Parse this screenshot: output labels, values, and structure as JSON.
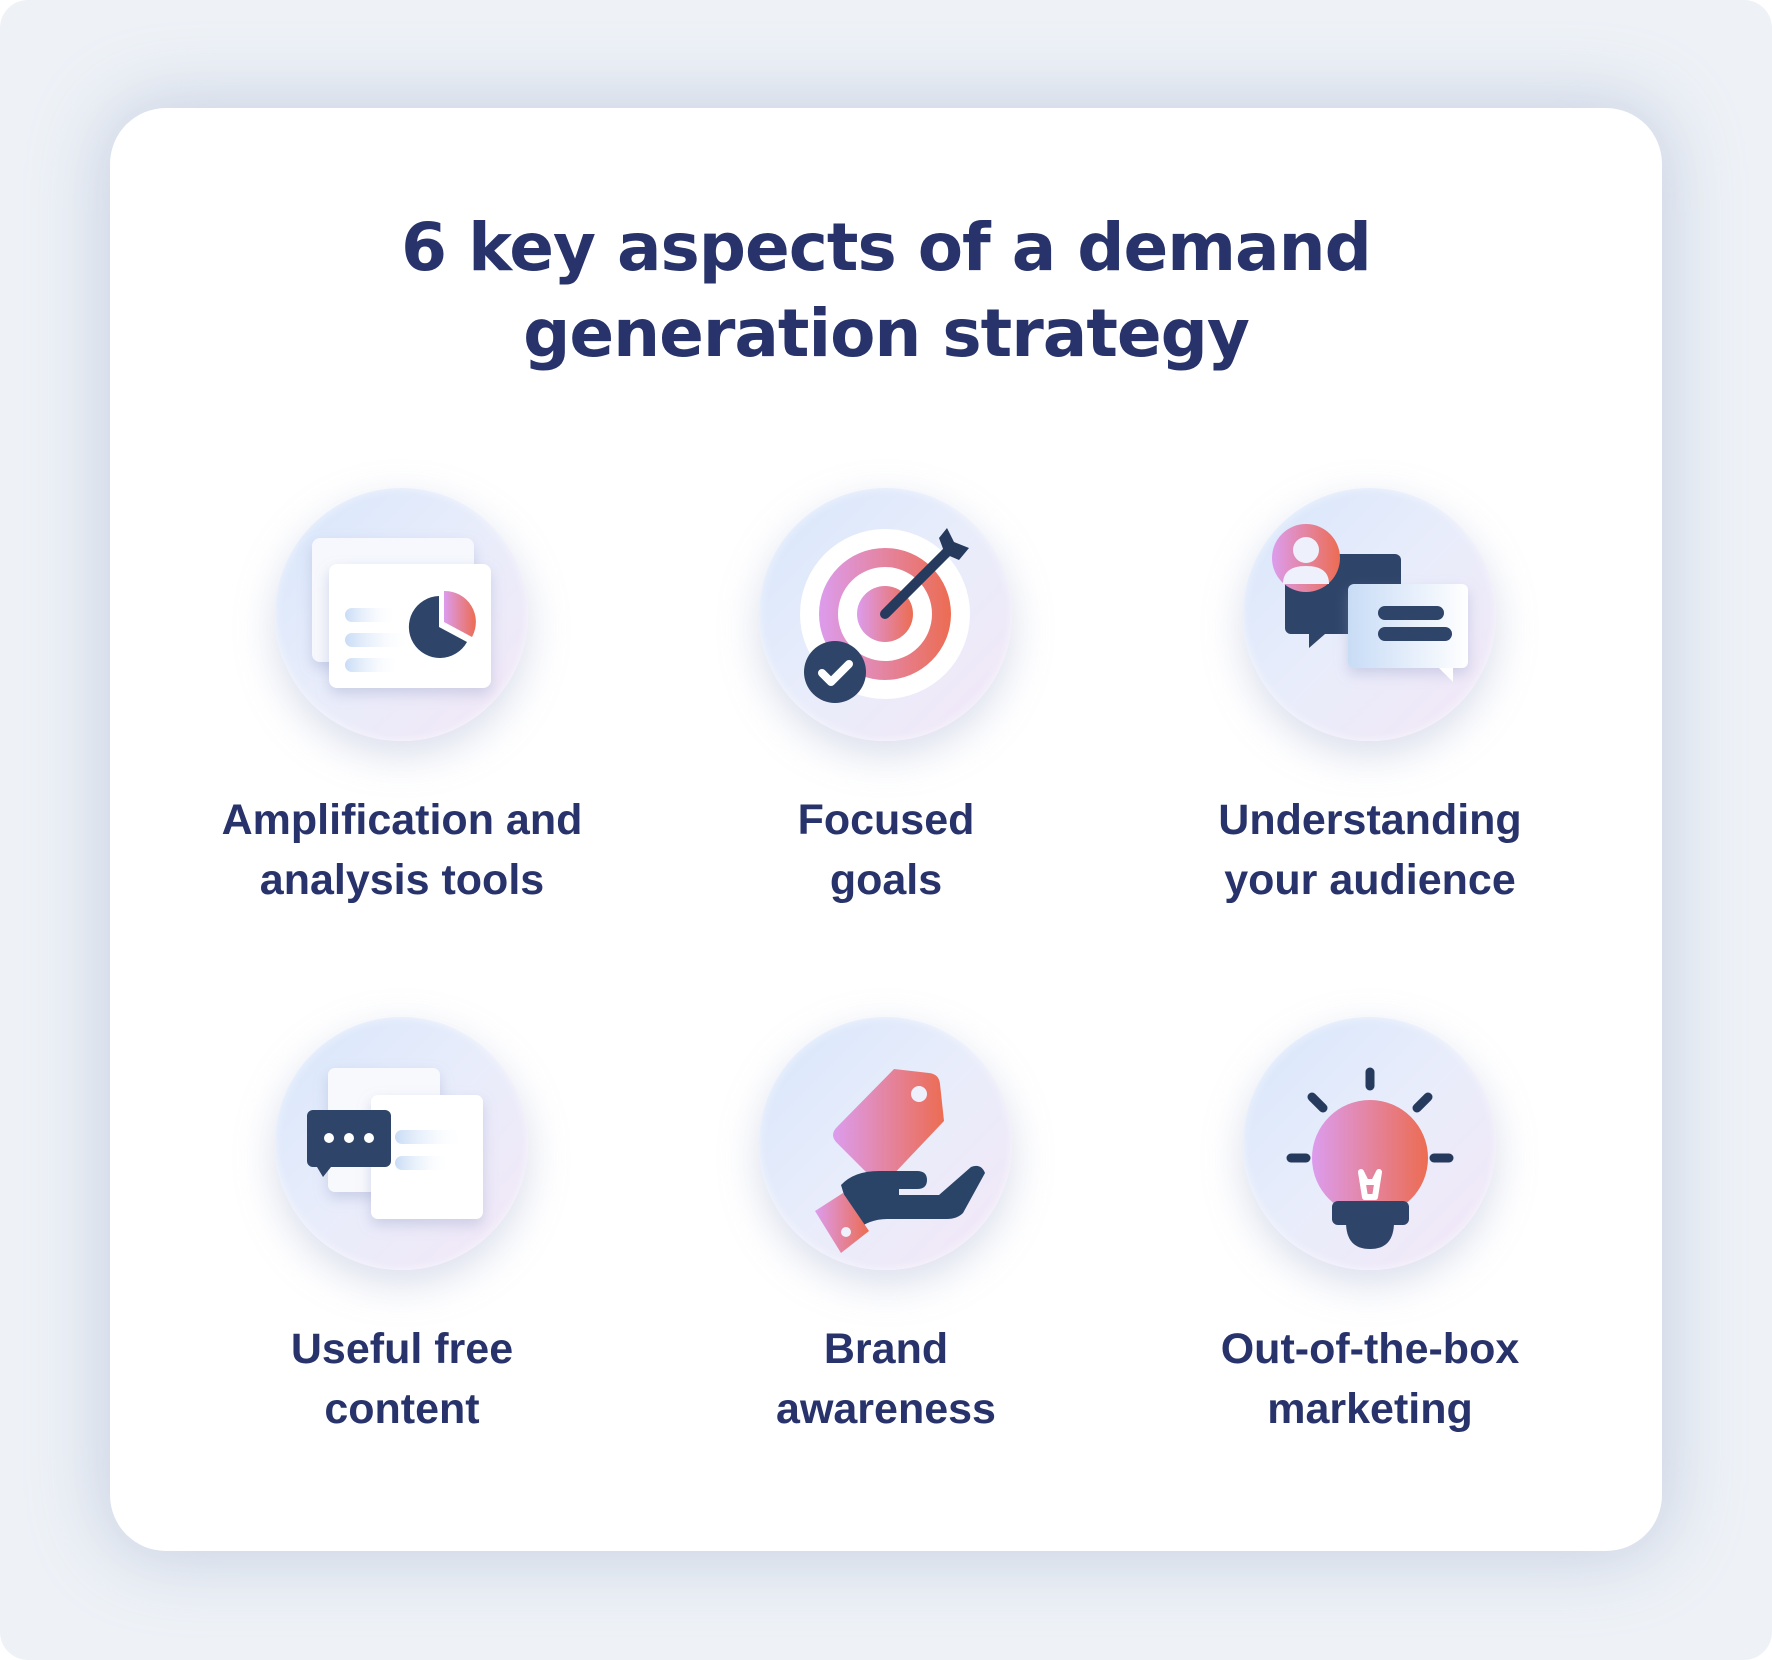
{
  "title": {
    "line1": "6 key aspects of a demand",
    "line2": "generation strategy"
  },
  "colors": {
    "background": "#eef2f7",
    "card": "#ffffff",
    "text": "#27336a",
    "navy_icon": "#2e4468",
    "gradient_start": "#d99ae8",
    "gradient_end": "#ea6f57",
    "circle_light_blue": "#d7e6fb",
    "circle_light_pink": "#f3e6f6"
  },
  "items": [
    {
      "icon": "analytics-dashboard-icon",
      "line1": "Amplification and",
      "line2": "analysis tools"
    },
    {
      "icon": "target-arrow-icon",
      "line1": "Focused",
      "line2": "goals"
    },
    {
      "icon": "audience-chat-icon",
      "line1": "Understanding",
      "line2": "your audience"
    },
    {
      "icon": "content-documents-icon",
      "line1": "Useful free",
      "line2": "content"
    },
    {
      "icon": "hand-tag-icon",
      "line1": "Brand",
      "line2": "awareness"
    },
    {
      "icon": "lightbulb-icon",
      "line1": "Out-of-the-box",
      "line2": "marketing"
    }
  ]
}
